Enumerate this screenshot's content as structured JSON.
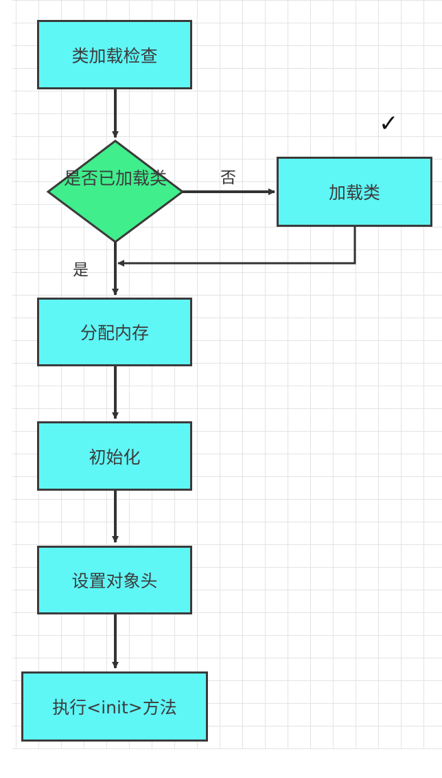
{
  "nodes": {
    "class_load_check": "类加载检查",
    "is_loaded": "是否已加载类",
    "load_class": "加载类",
    "allocate_memory": "分配内存",
    "initialize": "初始化",
    "set_object_header": "设置对象头",
    "execute_init": "执行<init>方法"
  },
  "edge_labels": {
    "no": "否",
    "yes": "是"
  },
  "annotations": {
    "checkmark": "✓"
  },
  "colors": {
    "process_fill": "#5ff6f6",
    "decision_fill": "#40ee8c",
    "stroke": "#3a3a3a",
    "grid": "#e3e3e3"
  }
}
